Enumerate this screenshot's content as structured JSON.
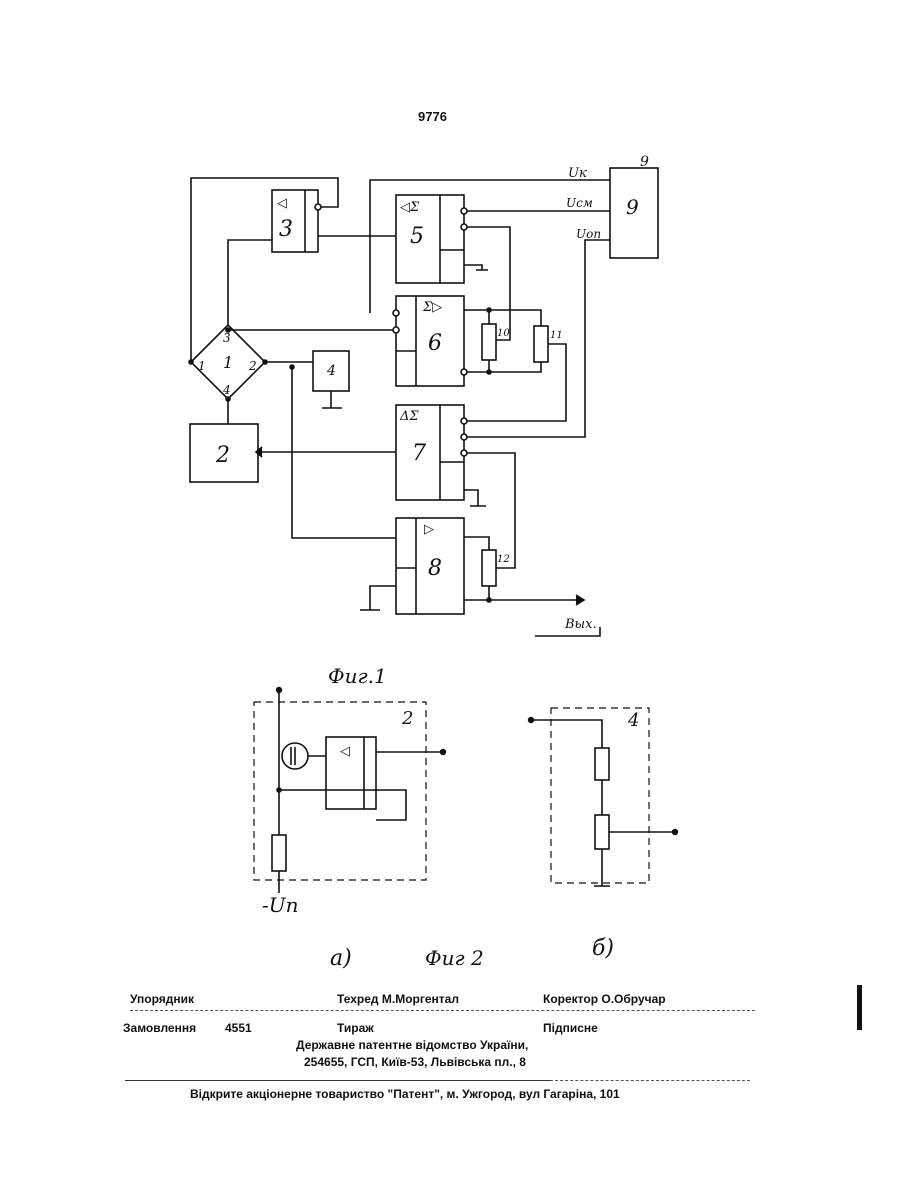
{
  "page_number": "9776",
  "fig1": {
    "caption": "Фиг.1",
    "blocks": {
      "b1": {
        "num": "1",
        "c1": "1",
        "c2": "2",
        "c3": "3",
        "c4": "4"
      },
      "b2": {
        "num": "2"
      },
      "b3": {
        "num": "3",
        "sym": "◁"
      },
      "b4": {
        "num": "4"
      },
      "b5": {
        "num": "5",
        "sym": "◁Σ"
      },
      "b6": {
        "num": "6",
        "sym": "Σ▷"
      },
      "b7": {
        "num": "7",
        "sym": "ΔΣ"
      },
      "b8": {
        "num": "8",
        "sym": "▷"
      },
      "b9": {
        "num": "9",
        "label_top": "9"
      }
    },
    "resistors": {
      "r10": "10",
      "r11": "11",
      "r12": "12"
    },
    "signals": {
      "uk": "Uк",
      "ucm": "Uсм",
      "uop": "Uоп",
      "out": "Вых."
    }
  },
  "fig2": {
    "caption": "Фиг 2",
    "a_label": "а)",
    "b_label": "б)",
    "a_block": "2",
    "b_block": "4",
    "a_sym": "◁",
    "supply": "-Uп"
  },
  "footer": {
    "compiler": "Упорядник",
    "techred": "Техред М.Моргентал",
    "corrector": "Коректор О.Обручар",
    "order": "Замовлення",
    "order_num": "4551",
    "circulation": "Тираж",
    "subscription": "Підписне",
    "office_line1": "Державне патентне відомство України,",
    "office_line2": "254655, ГСП, Київ-53, Львівська пл., 8",
    "printer": "Відкрите акціонерне товариство \"Патент\", м. Ужгород, вул Гагаріна, 101"
  }
}
